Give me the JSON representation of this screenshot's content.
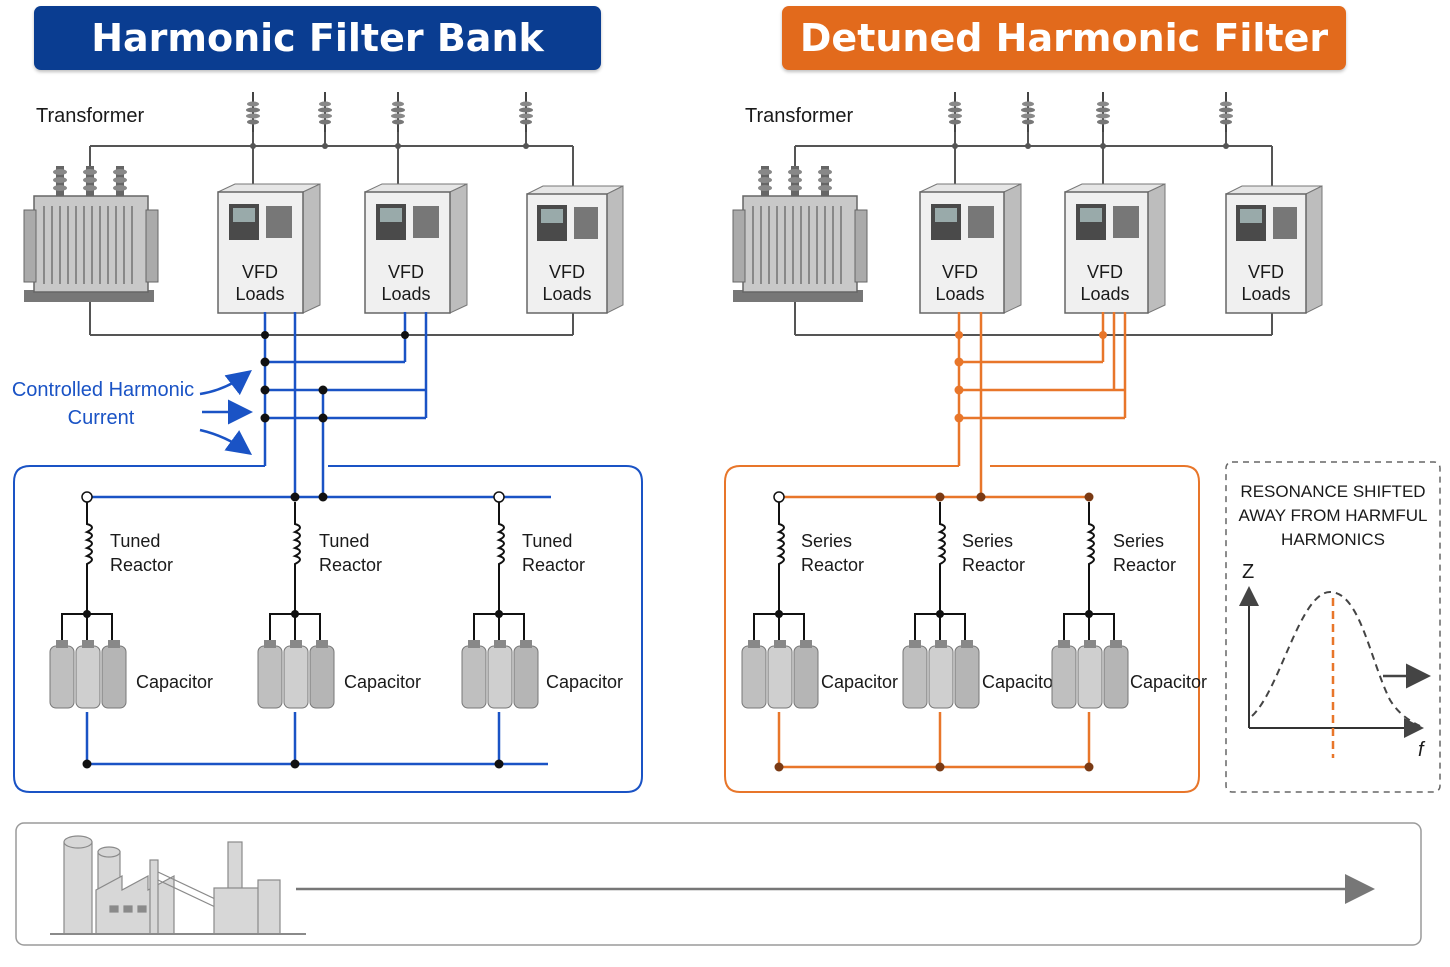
{
  "colors": {
    "left_accent": "#0a3d91",
    "left_line": "#1a53c5",
    "right_accent": "#e26a1c",
    "right_line": "#e8762a",
    "mains": "#555555",
    "dark": "#333333"
  },
  "left_panel": {
    "title": "Harmonic Filter Bank",
    "transformer_label": "Transformer",
    "vfd_units": [
      {
        "line1": "VFD",
        "line2": "Loads"
      },
      {
        "line1": "VFD",
        "line2": "Loads"
      },
      {
        "line1": "VFD",
        "line2": "Loads"
      }
    ],
    "annotation_line1": "Controlled Harmonic",
    "annotation_line2": "Current",
    "branches": [
      {
        "reactor_line1": "Tuned",
        "reactor_line2": "Reactor",
        "capacitor": "Capacitor"
      },
      {
        "reactor_line1": "Tuned",
        "reactor_line2": "Reactor",
        "capacitor": "Capacitor"
      },
      {
        "reactor_line1": "Tuned",
        "reactor_line2": "Reactor",
        "capacitor": "Capacitor"
      }
    ]
  },
  "right_panel": {
    "title": "Detuned Harmonic Filter",
    "transformer_label": "Transformer",
    "vfd_units": [
      {
        "line1": "VFD",
        "line2": "Loads"
      },
      {
        "line1": "VFD",
        "line2": "Loads"
      },
      {
        "line1": "VFD",
        "line2": "Loads"
      }
    ],
    "branches": [
      {
        "reactor_line1": "Series",
        "reactor_line2": "Reactor",
        "capacitor": "Capacitor"
      },
      {
        "reactor_line1": "Series",
        "reactor_line2": "Reactor",
        "capacitor": "Capacitor"
      },
      {
        "reactor_line1": "Series",
        "reactor_line2": "Reactor",
        "capacitor": "Capacitor"
      }
    ]
  },
  "resonance_inset": {
    "line1": "RESONANCE SHIFTED",
    "line2": "AWAY FROM HARMFUL",
    "line3": "HARMONICS",
    "y_axis": "Z",
    "x_axis": "f"
  },
  "footer": {
    "icon": "factory-icon"
  }
}
